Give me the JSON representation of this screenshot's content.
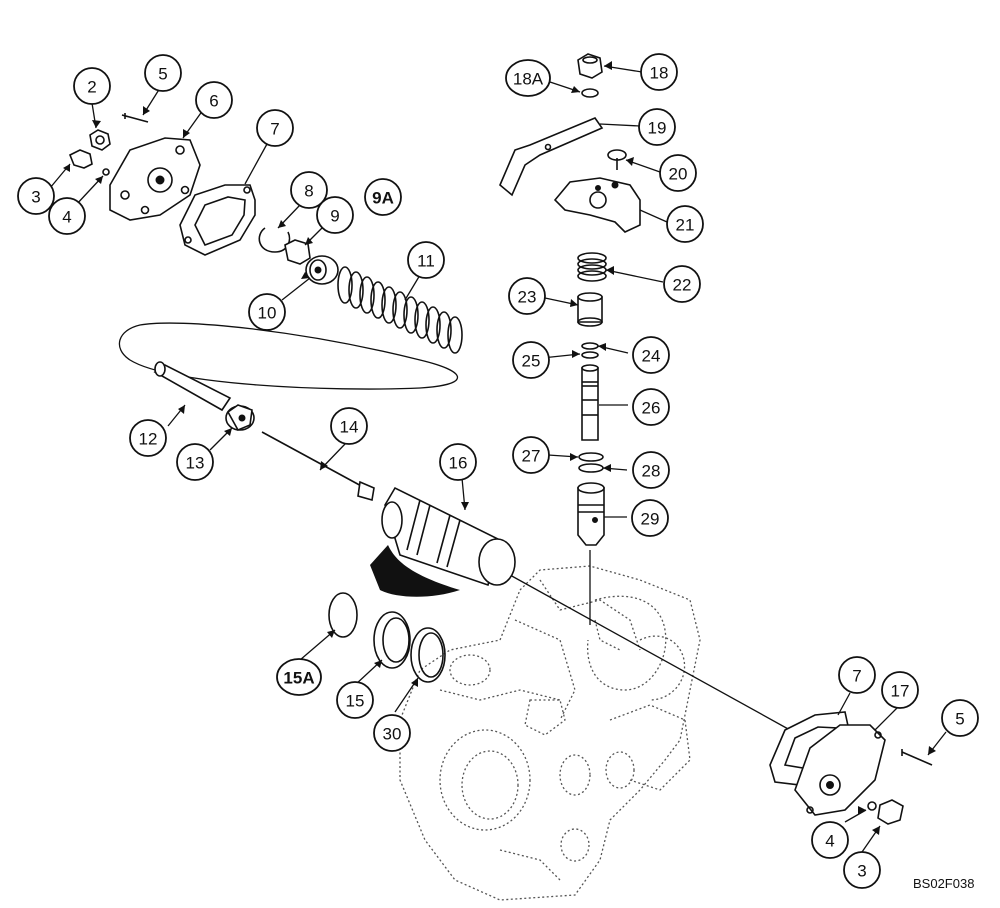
{
  "diagram": {
    "drawing_code": "BS02F038",
    "callouts": [
      {
        "id": "c2",
        "label": "2"
      },
      {
        "id": "c5a",
        "label": "5"
      },
      {
        "id": "c6",
        "label": "6"
      },
      {
        "id": "c3a",
        "label": "3"
      },
      {
        "id": "c4a",
        "label": "4"
      },
      {
        "id": "c7a",
        "label": "7"
      },
      {
        "id": "c8",
        "label": "8"
      },
      {
        "id": "c9a",
        "label": "9A"
      },
      {
        "id": "c9",
        "label": "9"
      },
      {
        "id": "c10",
        "label": "10"
      },
      {
        "id": "c11",
        "label": "11"
      },
      {
        "id": "c12",
        "label": "12"
      },
      {
        "id": "c13",
        "label": "13"
      },
      {
        "id": "c14",
        "label": "14"
      },
      {
        "id": "c16",
        "label": "16"
      },
      {
        "id": "c15a",
        "label": "15A"
      },
      {
        "id": "c15",
        "label": "15"
      },
      {
        "id": "c30",
        "label": "30"
      },
      {
        "id": "c18a",
        "label": "18A"
      },
      {
        "id": "c18",
        "label": "18"
      },
      {
        "id": "c19",
        "label": "19"
      },
      {
        "id": "c20",
        "label": "20"
      },
      {
        "id": "c21",
        "label": "21"
      },
      {
        "id": "c22",
        "label": "22"
      },
      {
        "id": "c23",
        "label": "23"
      },
      {
        "id": "c25",
        "label": "25"
      },
      {
        "id": "c24",
        "label": "24"
      },
      {
        "id": "c26",
        "label": "26"
      },
      {
        "id": "c27",
        "label": "27"
      },
      {
        "id": "c28",
        "label": "28"
      },
      {
        "id": "c29",
        "label": "29"
      },
      {
        "id": "c7b",
        "label": "7"
      },
      {
        "id": "c17",
        "label": "17"
      },
      {
        "id": "c5b",
        "label": "5"
      },
      {
        "id": "c4b",
        "label": "4"
      },
      {
        "id": "c3b",
        "label": "3"
      }
    ]
  }
}
